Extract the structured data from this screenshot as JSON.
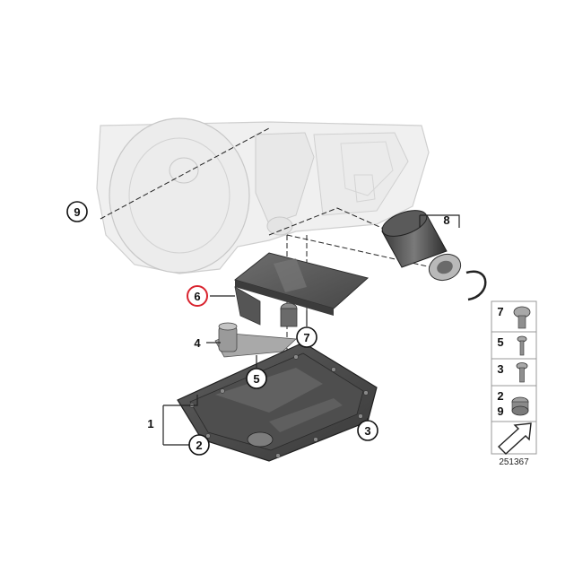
{
  "diagram": {
    "callouts": {
      "c9": "9",
      "c8": "8",
      "c6": "6",
      "c4": "4",
      "c7": "7",
      "c5": "5",
      "c1": "1",
      "c2": "2",
      "c3": "3"
    },
    "highlight_color": "#d9232e",
    "legend": {
      "rows": [
        {
          "label": "7"
        },
        {
          "label": "5"
        },
        {
          "label": "3"
        },
        {
          "label": "2"
        },
        {
          "label": "9"
        }
      ]
    },
    "diagram_code": "251367"
  }
}
